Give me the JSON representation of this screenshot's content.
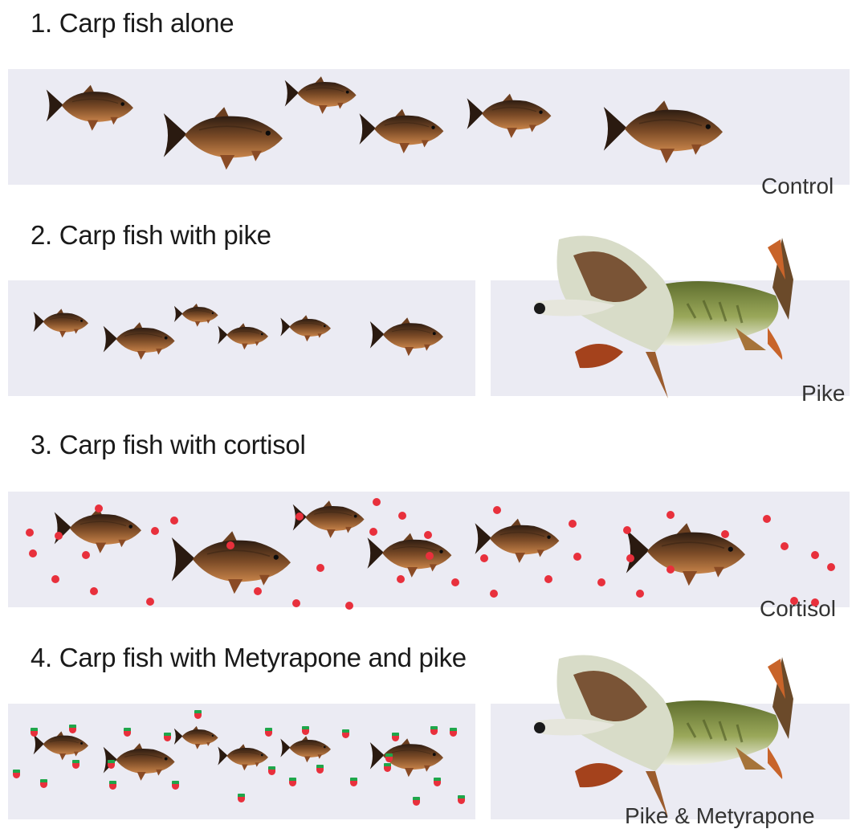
{
  "sections": [
    {
      "heading": "1. Carp fish alone",
      "label": "Control"
    },
    {
      "heading": "2. Carp fish with pike",
      "label": "Pike"
    },
    {
      "heading": "3. Carp fish with cortisol",
      "label": "Cortisol"
    },
    {
      "heading": "4. Carp fish with Metyrapone and pike",
      "label": "Pike & Metyrapone"
    }
  ],
  "colors": {
    "band": "#ebebf3",
    "carp_body": "#7a4a26",
    "pike_body": "#8a9a4a",
    "cortisol_dot": "#e8303c",
    "metyrapone_pill_top": "#1fa64a",
    "metyrapone_pill_bottom": "#e8303c"
  },
  "icons": [
    "carp-fish-icon",
    "pike-fish-icon",
    "cortisol-dot-icon",
    "metyrapone-pill-icon"
  ]
}
